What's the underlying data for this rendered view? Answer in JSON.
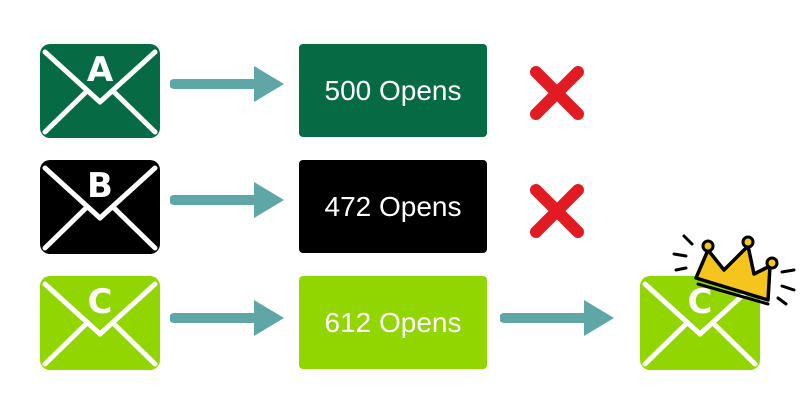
{
  "colors": {
    "dark_green": "#066b45",
    "black": "#000000",
    "lime": "#91d600",
    "arrow": "#5fa6a6",
    "cross": "#e21b23",
    "crown": "#f5c51e"
  },
  "rows": [
    {
      "letter": "A",
      "opens_label": "500 Opens",
      "result": "rejected"
    },
    {
      "letter": "B",
      "opens_label": "472 Opens",
      "result": "rejected"
    },
    {
      "letter": "C",
      "opens_label": "612 Opens",
      "result": "winner"
    }
  ],
  "winner": {
    "letter": "C",
    "icons": [
      "envelope-icon",
      "crown-icon"
    ]
  }
}
